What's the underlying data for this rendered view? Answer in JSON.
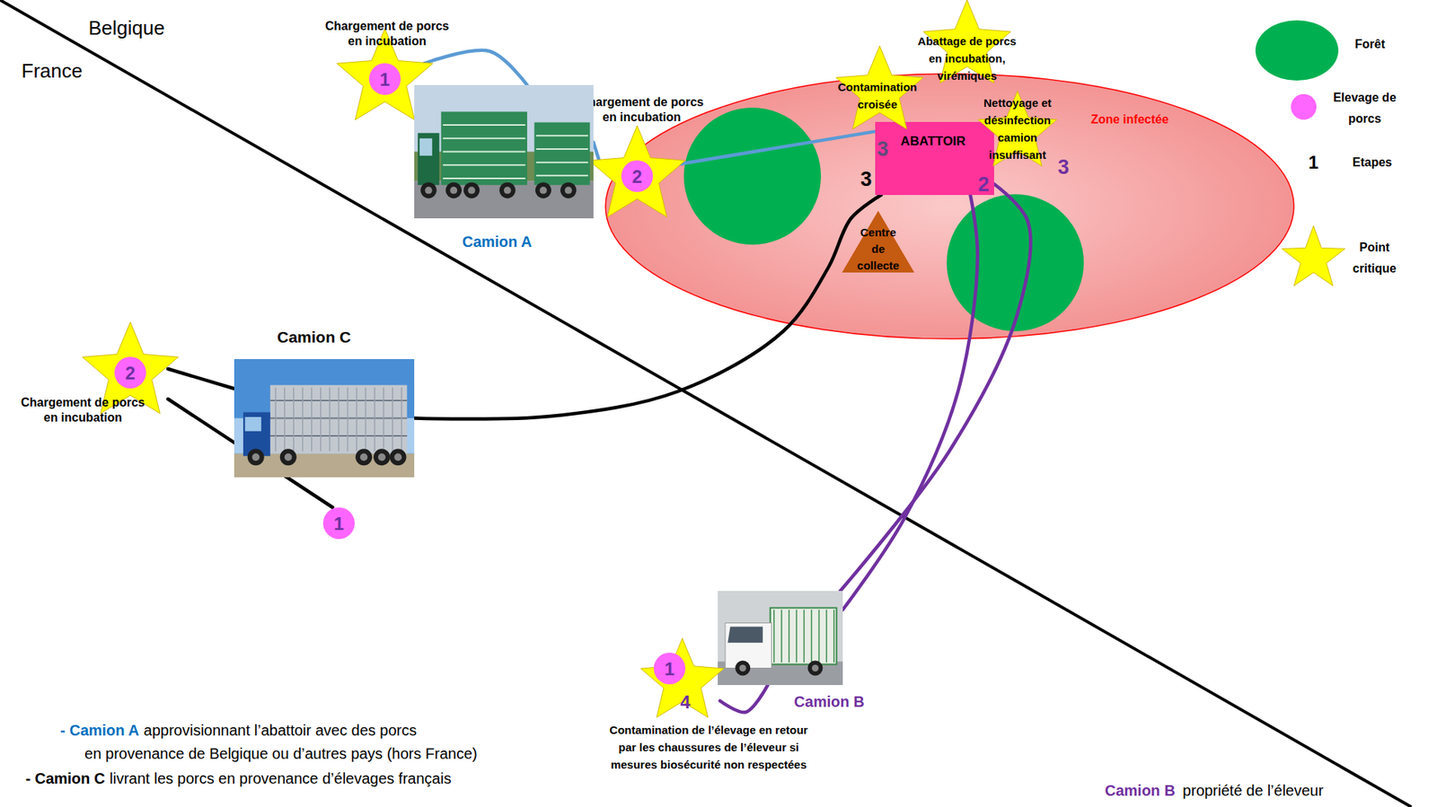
{
  "diagram": {
    "nodes": [
      {
        "text": [
          "Zone infectée"
        ]
      },
      {
        "text": [
          "1",
          "Chargement de porcs en incubation"
        ]
      },
      {
        "text": [
          "Camion A"
        ]
      },
      {
        "text": [
          "2",
          "Chargement de porcs en incubation"
        ],
        "in": 0
      },
      {
        "text": [
          "Contamination croisée"
        ]
      },
      {
        "text": [
          "Abattage de porcs en incubation, virémiques"
        ]
      },
      {
        "text": [
          "ABATTOIR",
          "3",
          "2"
        ],
        "in": 0
      },
      {
        "text": [
          "Nettoyage et désinfection camion insuffisant"
        ]
      },
      {
        "text": [
          "Centre de collecte"
        ],
        "in": 0
      },
      {
        "text": [
          "Camion C"
        ]
      },
      {
        "text": [
          "2",
          "Chargement de porcs en incubation"
        ]
      },
      {
        "text": [
          "1"
        ]
      },
      {
        "text": [
          "Camion B"
        ]
      },
      {
        "text": [
          "1",
          "4",
          "Contamination de l’élevage en retour par les chaussures de l’éleveur si mesures biosécurité non respectées"
        ]
      }
    ],
    "edges": [
      {
        "from": 1,
        "to": 2,
        "arrow": "none"
      },
      {
        "from": 2,
        "to": 3,
        "arrow": "none"
      },
      {
        "from": 3,
        "to": 6,
        "arrow": "none"
      },
      {
        "from": 10,
        "to": 9,
        "arrow": "none"
      },
      {
        "from": 10,
        "to": 11,
        "arrow": "none"
      },
      {
        "from": 9,
        "to": 6,
        "arrow": "none"
      },
      {
        "from": 12,
        "to": 6,
        "arrow": "none"
      },
      {
        "from": 12,
        "to": 6,
        "arrow": "none"
      },
      {
        "from": 13,
        "to": 12,
        "arrow": "none"
      }
    ],
    "labels": [
      "Belgique",
      "France",
      "3",
      "3",
      "1",
      "- Camion A",
      "approvisionnant l’abattoir avec des porcs",
      "en provenance de Belgique ou d’autres pays (hors France)",
      "- Camion C",
      "livrant les porcs en provenance d’élevages français",
      "Camion B",
      "propriété de l’éleveur"
    ],
    "legend": [
      {
        "text": "Forêt",
        "color": "#00b050"
      },
      {
        "text": "Elevage de porcs",
        "color": "#ff66ff"
      },
      {
        "text": "Etapes"
      },
      {
        "text": "Point critique"
      }
    ]
  }
}
